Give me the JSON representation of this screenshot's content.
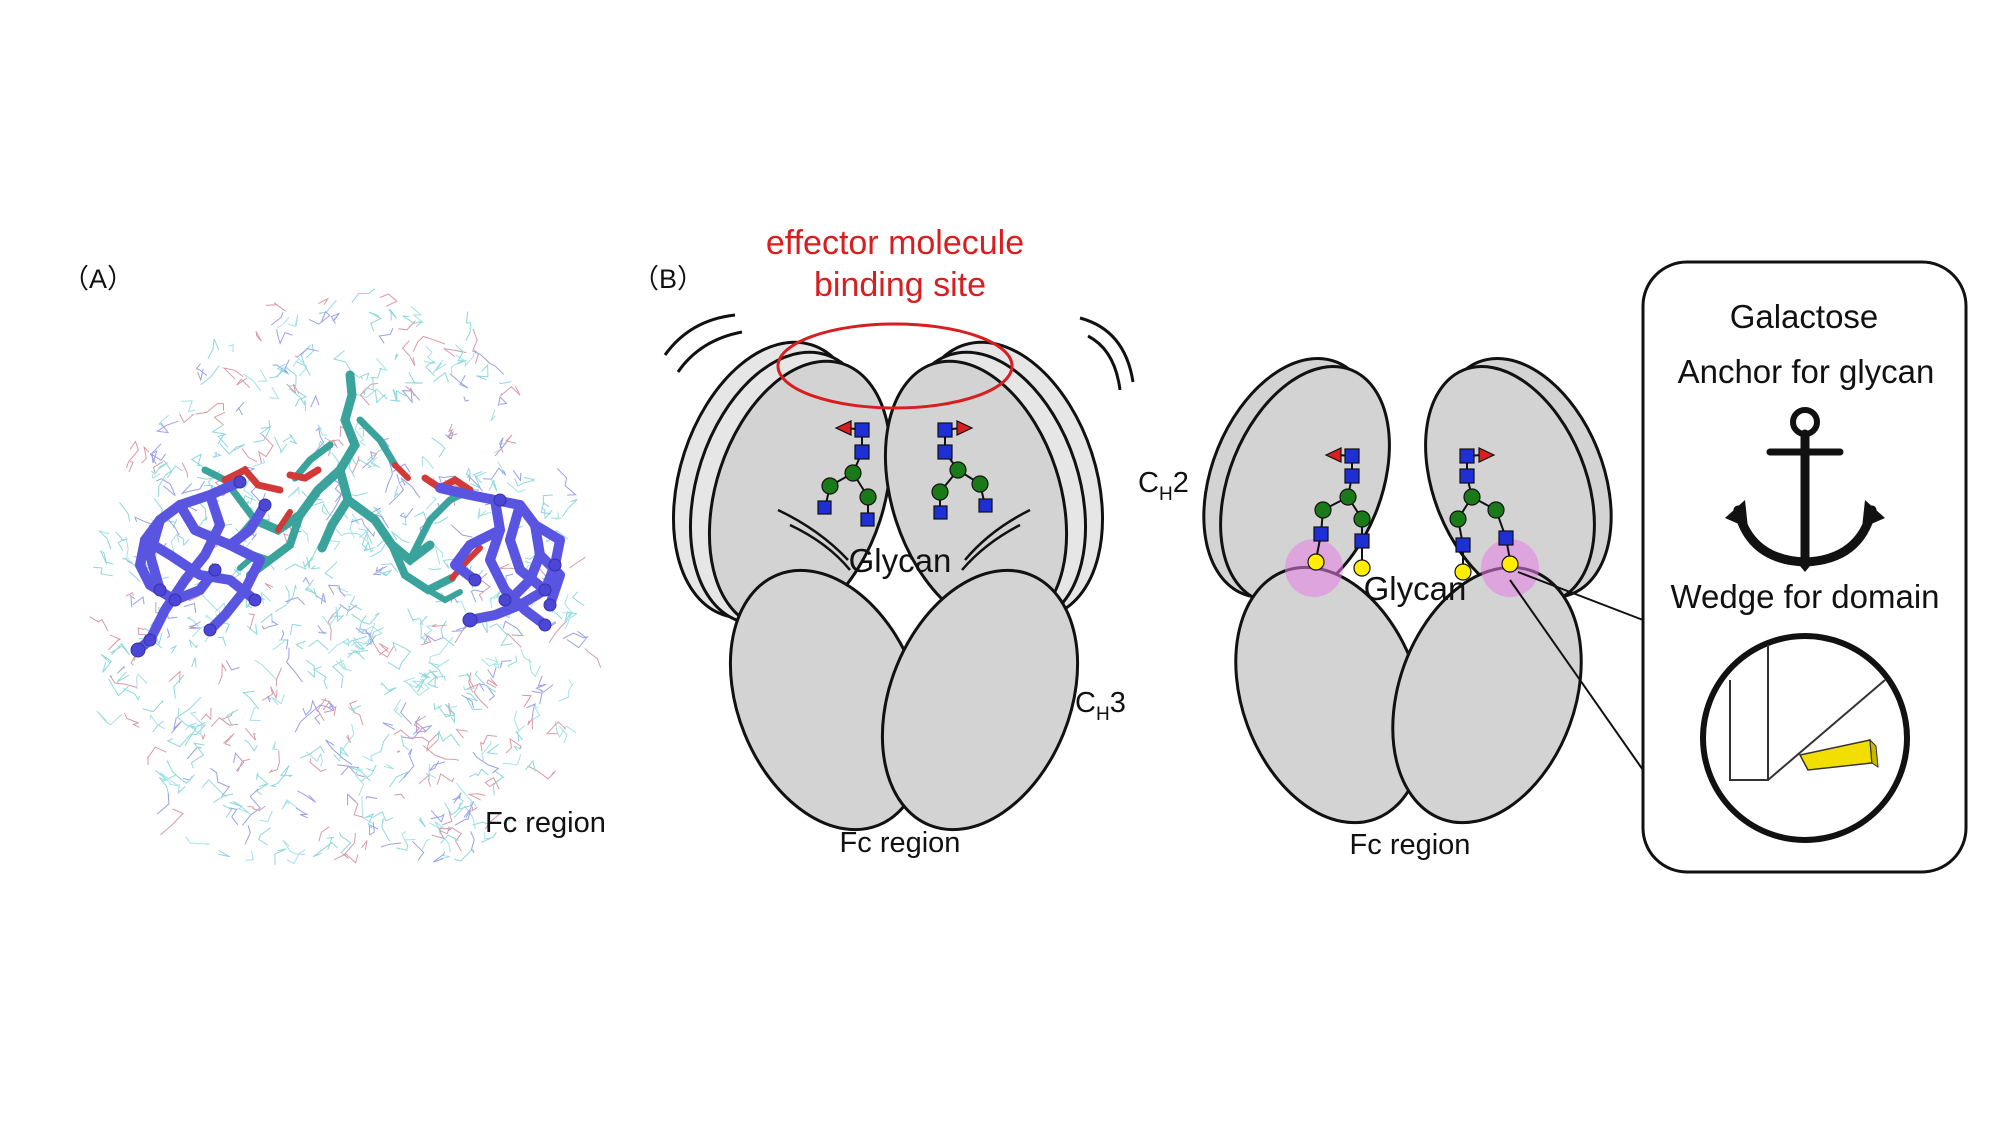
{
  "panel_a": {
    "label": "（A）",
    "region_label": "Fc region"
  },
  "panel_b": {
    "label": "（B）",
    "binding_site_line1": "effector molecule",
    "binding_site_line2": "binding site",
    "ch2_main": "C",
    "ch2_sub": "H",
    "ch2_num": "2",
    "ch3_main": "C",
    "ch3_sub": "H",
    "ch3_num": "3",
    "left_glycan": "Glycan",
    "left_region": "Fc region",
    "right_glycan": "Glycan",
    "right_region": "Fc region"
  },
  "callout": {
    "title": "Galactose",
    "anchor_text": "Anchor for glycan",
    "wedge_text": "Wedge for domain"
  },
  "colors": {
    "binding_site": "#d81e1e",
    "domain_fill": "#d3d3d3",
    "domain_fill_light": "#e6e6e6",
    "gal_highlight": "#e67ee6",
    "mannose": "#1a7a1a",
    "glcnac": "#1f2fd6",
    "fucose": "#d81e1e",
    "galactose": "#ffee00",
    "protein_backbone": "#5a55e0",
    "glycan_stick": "#3aa39b",
    "wedge": "#f2de00"
  }
}
